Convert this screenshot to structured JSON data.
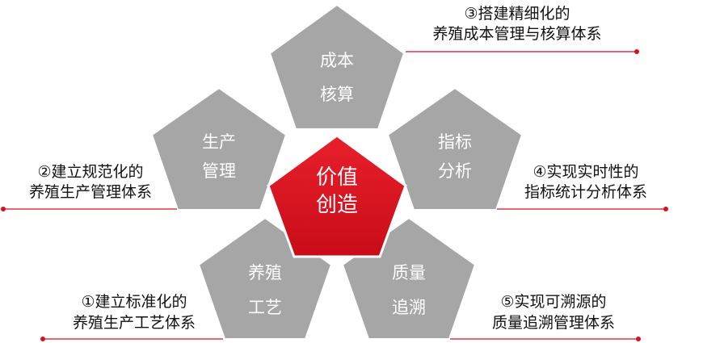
{
  "colors": {
    "gray_pentagon": "#a6a6a6",
    "center_pentagon": "#d8111f",
    "leader_line": "#d8111f",
    "text": "#111111",
    "pentagon_text": "#ffffff"
  },
  "center": {
    "line1": "价值",
    "line2": "创造"
  },
  "pentagons": {
    "cost": {
      "line1": "成本",
      "line2": "核算"
    },
    "production": {
      "line1": "生产",
      "line2": "管理"
    },
    "indicator": {
      "line1": "指标",
      "line2": "分析"
    },
    "breeding": {
      "line1": "养殖",
      "line2": "工艺"
    },
    "quality": {
      "line1": "质量",
      "line2": "追溯"
    }
  },
  "notes": {
    "n1": {
      "line1": "①建立标准化的",
      "line2": "养殖生产工艺体系"
    },
    "n2": {
      "line1": "②建立规范化的",
      "line2": "养殖生产管理体系"
    },
    "n3": {
      "line1": "③搭建精细化的",
      "line2": "养殖成本管理与核算体系"
    },
    "n4": {
      "line1": "④实现实时性的",
      "line2": "指标统计分析体系"
    },
    "n5": {
      "line1": "⑤实现可溯源的",
      "line2": "质量追溯管理体系"
    }
  }
}
